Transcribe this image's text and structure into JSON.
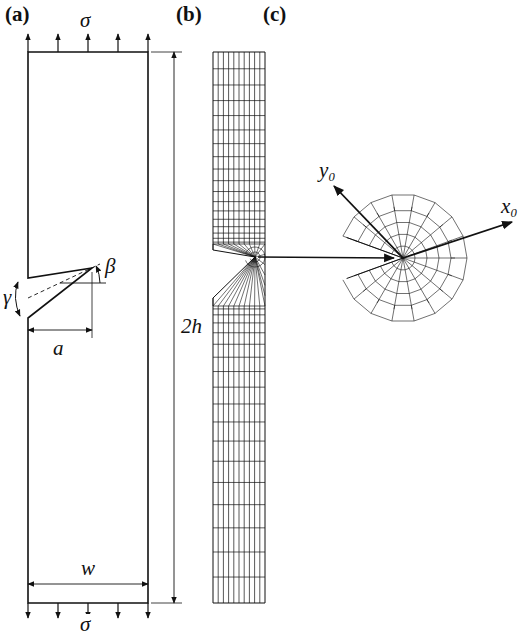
{
  "diagram": {
    "labels": [
      "(a)",
      "(b)",
      "(c)",
      "σ",
      "β",
      "γ",
      "2h",
      "a",
      "w",
      "σ",
      "y₀",
      "x₀"
    ]
  }
}
